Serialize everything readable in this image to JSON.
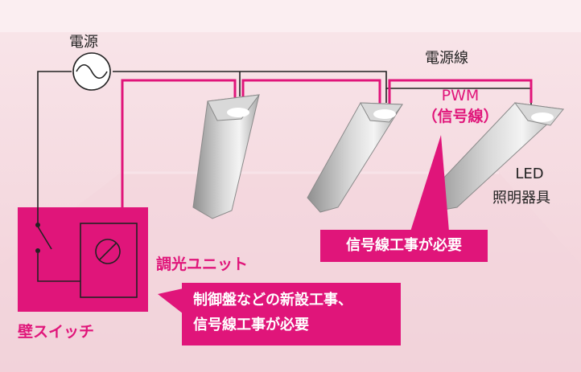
{
  "labels": {
    "power_source": "電源",
    "power_line": "電源線",
    "pwm_line1": "PWM",
    "pwm_line2": "（信号線）",
    "led_line1": "LED",
    "led_line2": "照明器具",
    "dimmer_unit": "調光ユニット",
    "wall_switch": "壁スイッチ"
  },
  "callouts": {
    "signal_wiring_line1": "信号線工事が必要",
    "panel_line1": "制御盤などの新設工事、",
    "panel_line2": "信号線工事が必要"
  },
  "colors": {
    "accent": "#e0157a",
    "background": "#f6dde3",
    "wire": "#222222"
  }
}
